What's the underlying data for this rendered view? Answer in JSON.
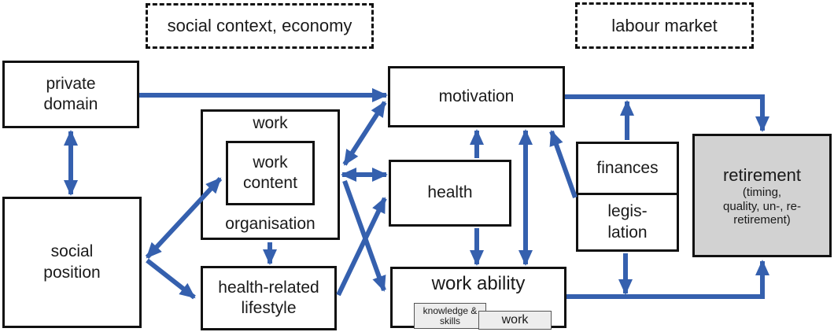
{
  "palette": {
    "arrow_blue": "#3560ae",
    "box_border": "#111111",
    "retirement_fill": "#d2d2d2",
    "chip_fill": "#ededed"
  },
  "context_boxes": {
    "social_context": {
      "label": "social context, economy"
    },
    "labour_market": {
      "label": "labour market"
    }
  },
  "nodes": {
    "private_domain": {
      "label": "private domain"
    },
    "social_position": {
      "label": "social position"
    },
    "work": {
      "label": "work",
      "content": "work content",
      "organisation": "organisation"
    },
    "health_lifestyle": {
      "label": "health-related lifestyle"
    },
    "motivation": {
      "label": "motivation"
    },
    "health": {
      "label": "health"
    },
    "work_ability": {
      "label": "work ability",
      "knowledge_skills": "knowledge & skills",
      "work": "work"
    },
    "finances": {
      "label": "finances"
    },
    "legislation": {
      "line1": "legis-",
      "line2": "lation"
    },
    "retirement": {
      "label": "retirement",
      "detail_line1": "(timing,",
      "detail_line2": "quality, un-, re-",
      "detail_line3": "retirement)"
    }
  },
  "edges": [
    {
      "name": "private-domain-to-motivation",
      "heads": "end"
    },
    {
      "name": "private-domain-to-social-position",
      "heads": "both"
    },
    {
      "name": "social-position-to-work",
      "heads": "both"
    },
    {
      "name": "social-position-to-lifestyle",
      "heads": "end"
    },
    {
      "name": "organisation-to-lifestyle",
      "heads": "end"
    },
    {
      "name": "work-to-motivation",
      "heads": "both"
    },
    {
      "name": "work-to-health",
      "heads": "both"
    },
    {
      "name": "work-to-work-ability",
      "heads": "end"
    },
    {
      "name": "lifestyle-to-health",
      "heads": "end"
    },
    {
      "name": "health-to-motivation",
      "heads": "end"
    },
    {
      "name": "health-to-work-ability",
      "heads": "end"
    },
    {
      "name": "motivation-to-work-ability",
      "heads": "both"
    },
    {
      "name": "finances-to-motivation",
      "heads": "end"
    },
    {
      "name": "finances-to-retirement-line",
      "heads": "end"
    },
    {
      "name": "motivation-to-retirement",
      "heads": "end"
    },
    {
      "name": "legislation-to-workability-line",
      "heads": "end"
    },
    {
      "name": "work-ability-to-retirement",
      "heads": "end"
    }
  ]
}
